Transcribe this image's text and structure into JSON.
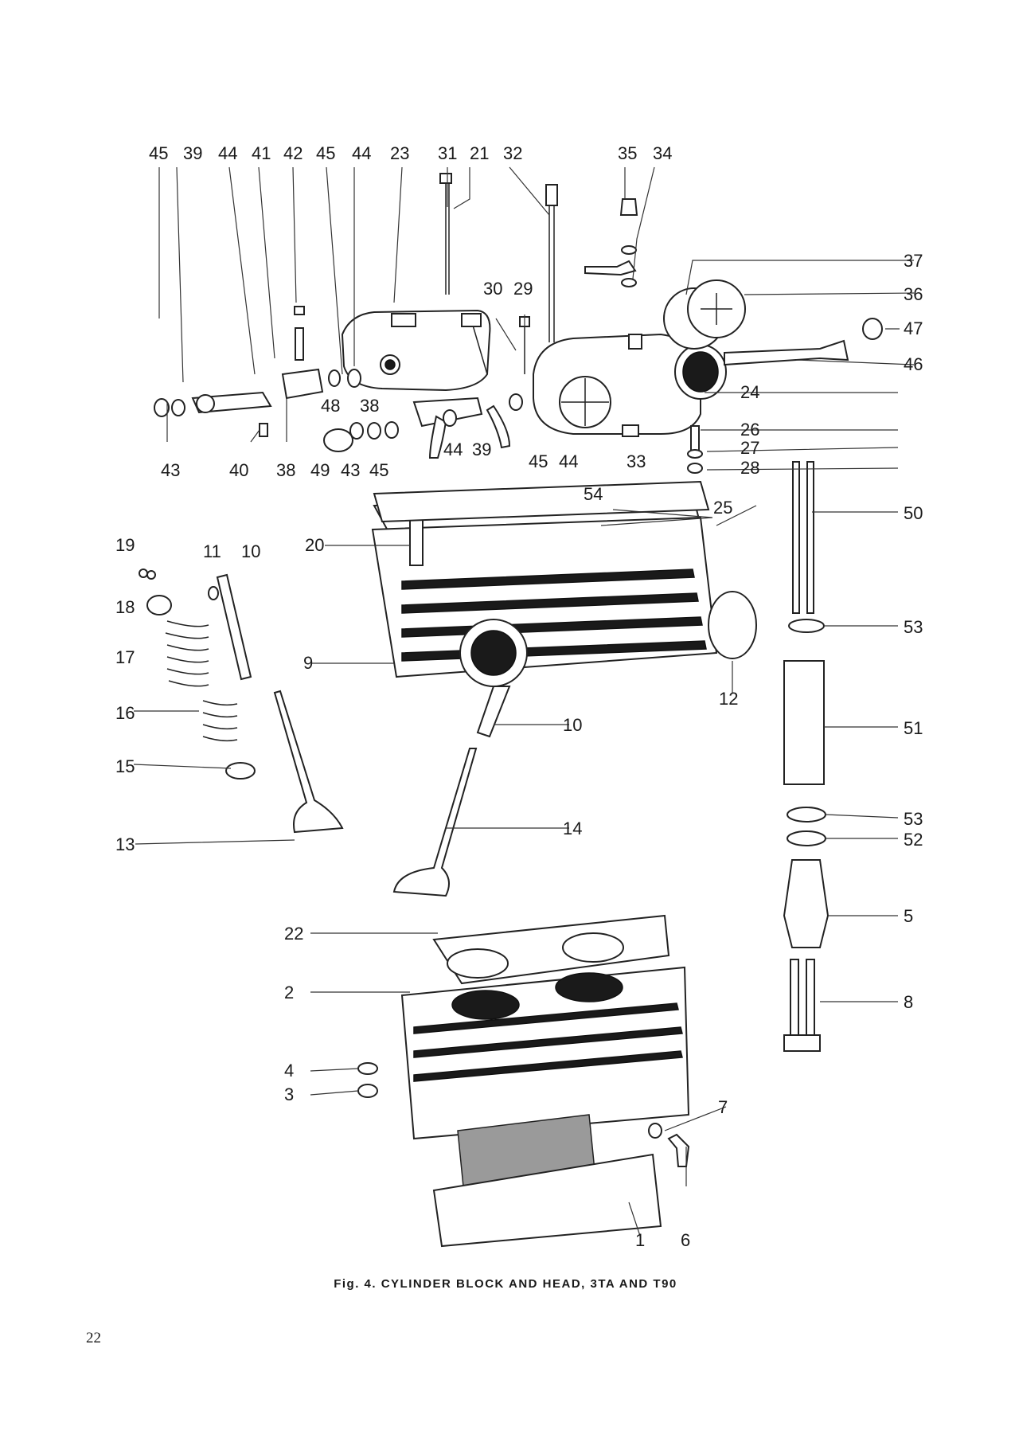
{
  "figure": {
    "caption": "Fig. 4.  CYLINDER BLOCK AND HEAD, 3TA AND T90",
    "page_number": "22",
    "callouts": [
      "45",
      "39",
      "44",
      "41",
      "42",
      "45",
      "44",
      "23",
      "31",
      "21",
      "32",
      "35",
      "34",
      "37",
      "36",
      "47",
      "46",
      "24",
      "30",
      "29",
      "48",
      "38",
      "44",
      "39",
      "26",
      "27",
      "28",
      "43",
      "40",
      "38",
      "49",
      "43",
      "45",
      "45",
      "44",
      "33",
      "54",
      "25",
      "50",
      "19",
      "11",
      "10",
      "20",
      "18",
      "17",
      "9",
      "12",
      "53",
      "16",
      "10",
      "51",
      "15",
      "14",
      "13",
      "53",
      "52",
      "22",
      "5",
      "2",
      "8",
      "4",
      "3",
      "7",
      "1",
      "6"
    ]
  }
}
